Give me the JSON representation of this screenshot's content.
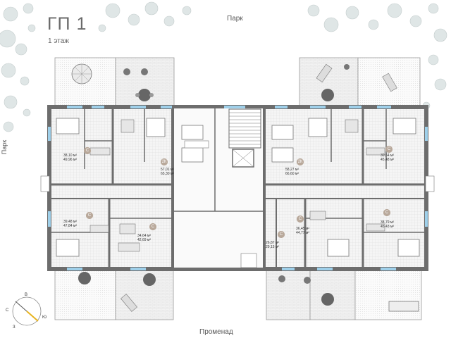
{
  "header": {
    "title": "ГП 1",
    "floor": "1 этаж"
  },
  "labels": {
    "park_top": "Парк",
    "park_left": "Парк",
    "promenade": "Променад"
  },
  "apartments": [
    {
      "id": "a1",
      "code": "С",
      "area1": "38,10 м²",
      "area2": "49,96 м²"
    },
    {
      "id": "a2",
      "code": "2К",
      "area1": "57,01 м²",
      "area2": "65,30 м²"
    },
    {
      "id": "a3",
      "code": "2К",
      "area1": "58,27 м²",
      "area2": "66,60 м²"
    },
    {
      "id": "a4",
      "code": "С",
      "area1": "30,64 м²",
      "area2": "45,48 м²"
    },
    {
      "id": "a5",
      "code": "С",
      "area1": "39,48 м²",
      "area2": "47,84 м²"
    },
    {
      "id": "a6",
      "code": "С",
      "area1": "34,64 м²",
      "area2": "42,69 м²"
    },
    {
      "id": "a7",
      "code": "С",
      "area1": "26,87 м²",
      "area2": "29,15 м²"
    },
    {
      "id": "a8",
      "code": "С",
      "area1": "36,45 м²",
      "area2": "44,77 м²"
    },
    {
      "id": "a9",
      "code": "С",
      "area1": "38,79 м²",
      "area2": "45,43 м²"
    }
  ],
  "compass": {
    "north": "В",
    "west": "С",
    "south": "З",
    "east": "Ю"
  },
  "colors": {
    "wall": "#6d6d6d",
    "tile": "#e8e8e8",
    "tree": "#cfd7d7",
    "accent": "#b8a89a",
    "window": "#9fd0ea"
  }
}
